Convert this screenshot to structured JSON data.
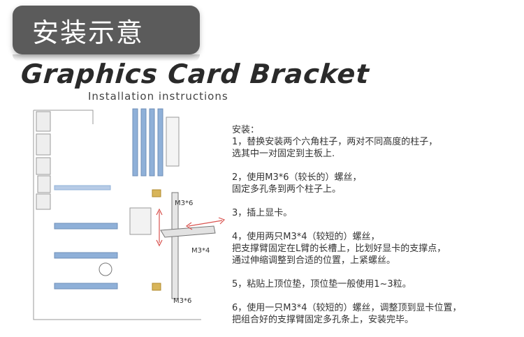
{
  "header": {
    "badge_text": "安装示意"
  },
  "title": "Graphics Card Bracket",
  "subtitle": "Installation instructions",
  "diagram": {
    "labels": {
      "top": "M3*6",
      "middle": "M3*4",
      "bottom": "M3*6"
    }
  },
  "instructions": {
    "heading": "安装：",
    "steps": [
      {
        "lines": [
          "1，替换安装两个六角柱子，两对不同高度的柱子，",
          "选其中一对固定到主板上."
        ]
      },
      {
        "lines": [
          "2，使用M3*6（较长的）螺丝，",
          "固定多孔条到两个柱子上。"
        ]
      },
      {
        "lines": [
          "3，插上显卡。"
        ]
      },
      {
        "lines": [
          "4，使用两只M3*4（较短的）螺丝，",
          "把支撑臂固定在L臂的长槽上，比划好显卡的支撑点，",
          "通过伸缩调整到合适的位置，上紧螺丝。"
        ]
      },
      {
        "lines": [
          "5，粘贴上顶位垫，顶位垫一般使用1~3粒。"
        ]
      },
      {
        "lines": [
          "6，使用一只M3*4（较短的）螺丝，调整顶到显卡位置，",
          "把组合好的支撑臂固定多孔条上，安装完毕。"
        ]
      }
    ]
  },
  "colors": {
    "badge_bg": "#5b5b5b",
    "slot_blue": "#8fb0d8",
    "arrow_red": "#d9534f"
  }
}
